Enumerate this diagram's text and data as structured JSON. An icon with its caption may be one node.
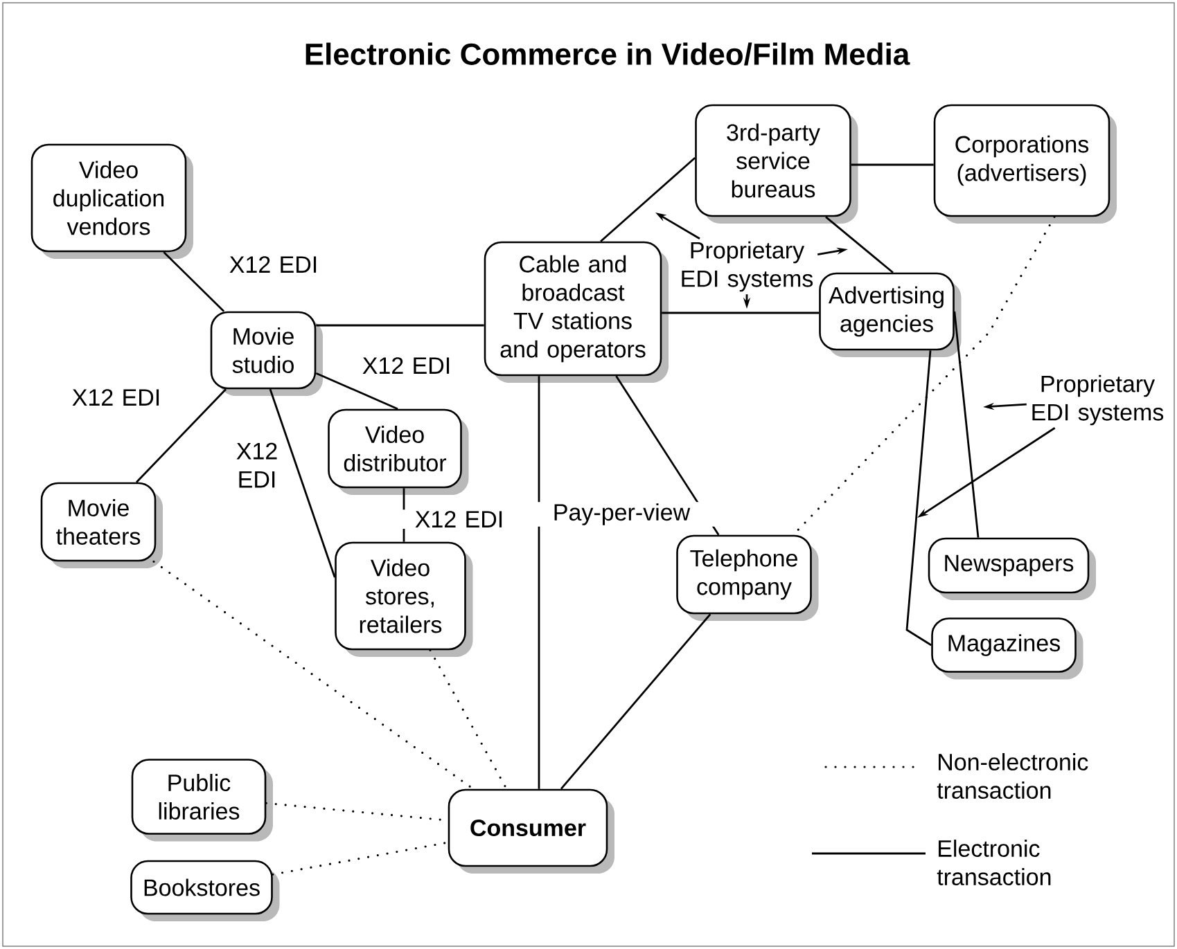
{
  "diagram": {
    "title": "Electronic Commerce in Video/Film Media",
    "nodes": [
      {
        "text": [
          "Video duplication vendors"
        ]
      },
      {
        "text": [
          "Movie studio"
        ]
      },
      {
        "text": [
          "Cable and broadcast TV stations and operators"
        ]
      },
      {
        "text": [
          "3rd-party service bureaus"
        ]
      },
      {
        "text": [
          "Corporations (advertisers)"
        ]
      },
      {
        "text": [
          "Advertising agencies"
        ]
      },
      {
        "text": [
          "Video distributor"
        ]
      },
      {
        "text": [
          "Movie theaters"
        ]
      },
      {
        "text": [
          "Video stores, retailers"
        ]
      },
      {
        "text": [
          "Telephone company"
        ]
      },
      {
        "text": [
          "Newspapers"
        ]
      },
      {
        "text": [
          "Magazines"
        ]
      },
      {
        "text": [
          "Public libraries"
        ]
      },
      {
        "text": [
          "Bookstores"
        ]
      },
      {
        "text": [
          "Consumer"
        ]
      },
      {
        "text": [
          "Proprietary EDI systems"
        ]
      },
      {
        "text": [
          "Proprietary EDI systems"
        ]
      }
    ],
    "edges": [
      {
        "from": 0,
        "to": 1,
        "arrow": "none",
        "label": "X12 EDI"
      },
      {
        "from": 1,
        "to": 7,
        "arrow": "none",
        "label": "X12 EDI"
      },
      {
        "from": 1,
        "to": 6,
        "arrow": "none",
        "label": "X12 EDI"
      },
      {
        "from": 1,
        "to": 8,
        "arrow": "none",
        "label": "X12 EDI"
      },
      {
        "from": 6,
        "to": 8,
        "arrow": "none",
        "label": "X12 EDI"
      },
      {
        "from": 1,
        "to": 2,
        "arrow": "none"
      },
      {
        "from": 2,
        "to": 3,
        "arrow": "none"
      },
      {
        "from": 3,
        "to": 4,
        "arrow": "none"
      },
      {
        "from": 3,
        "to": 5,
        "arrow": "none"
      },
      {
        "from": 2,
        "to": 5,
        "arrow": "none"
      },
      {
        "from": 2,
        "to": 14,
        "arrow": "none",
        "label": "Pay-per-view"
      },
      {
        "from": 2,
        "to": 9,
        "arrow": "none"
      },
      {
        "from": 9,
        "to": 14,
        "arrow": "none"
      },
      {
        "from": 5,
        "to": 10,
        "arrow": "none"
      },
      {
        "from": 5,
        "to": 11,
        "arrow": "none"
      },
      {
        "from": 4,
        "to": 9,
        "arrow": "none",
        "style": "dashed"
      },
      {
        "from": 7,
        "to": 14,
        "arrow": "none",
        "style": "dashed"
      },
      {
        "from": 8,
        "to": 14,
        "arrow": "none",
        "style": "dashed"
      },
      {
        "from": 12,
        "to": 14,
        "arrow": "none",
        "style": "dashed"
      },
      {
        "from": 13,
        "to": 14,
        "arrow": "none",
        "style": "dashed"
      },
      {
        "from": 15,
        "to": null,
        "arrow": "to"
      },
      {
        "from": 15,
        "to": null,
        "arrow": "to"
      },
      {
        "from": 15,
        "to": null,
        "arrow": "to"
      },
      {
        "from": 16,
        "to": null,
        "arrow": "to"
      },
      {
        "from": 16,
        "to": null,
        "arrow": "to"
      }
    ],
    "legend": [
      {
        "text": "Non-electronic transaction"
      },
      {
        "text": "Electronic transaction"
      }
    ]
  }
}
